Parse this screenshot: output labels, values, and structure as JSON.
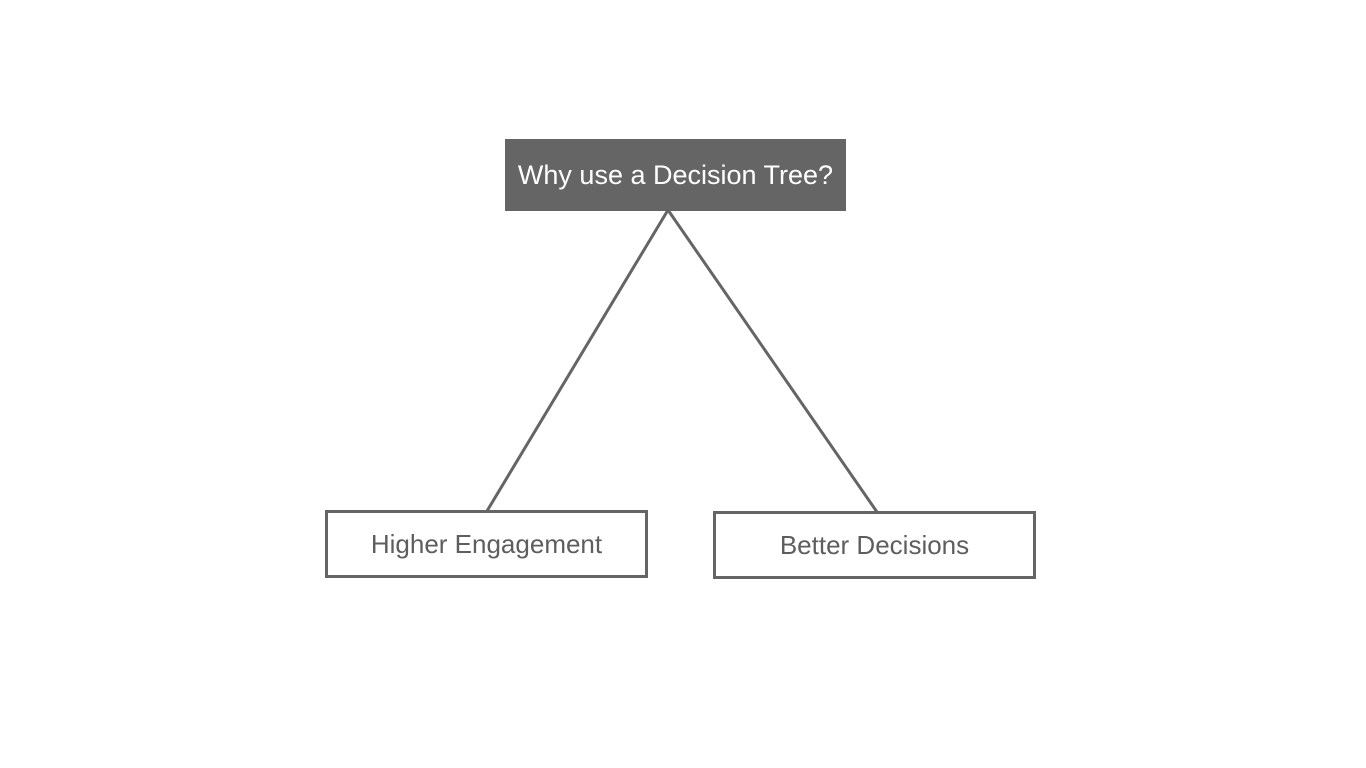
{
  "diagram": {
    "root": {
      "label": "Why use a Decision Tree?"
    },
    "children": [
      {
        "label": "Higher Engagement"
      },
      {
        "label": "Better Decisions"
      }
    ]
  },
  "colors": {
    "root_fill": "#656565",
    "root_text": "#ffffff",
    "stroke": "#656565",
    "child_text": "#5e5e5e",
    "background": "#ffffff"
  }
}
